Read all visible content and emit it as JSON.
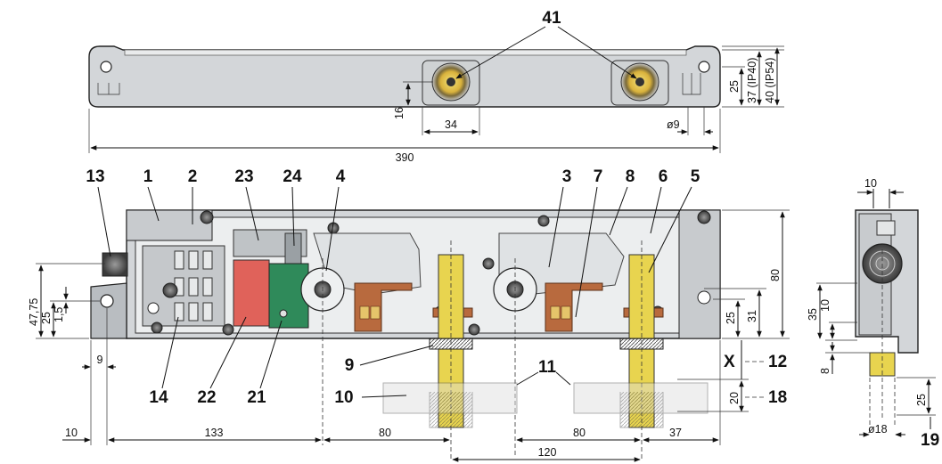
{
  "callouts": {
    "c41": "41",
    "c13": "13",
    "c1": "1",
    "c2": "2",
    "c23": "23",
    "c24": "24",
    "c4": "4",
    "c3": "3",
    "c7": "7",
    "c8": "8",
    "c6": "6",
    "c5": "5",
    "c9": "9",
    "c11": "11",
    "c12": "12",
    "c10": "10",
    "c18": "18",
    "c14": "14",
    "c22": "22",
    "c21": "21",
    "c19": "19"
  },
  "dimensions": {
    "d16": "16",
    "d34": "34",
    "d9dia": "ø9",
    "d390": "390",
    "d25top": "25",
    "dIP40": "37 (IP40)",
    "dIP54": "40 (IP54)",
    "d80v": "80",
    "d31": "31",
    "d25main": "25",
    "dX": "X",
    "d20": "20",
    "d47_75": "47,75",
    "d25left": "25",
    "d1_5": "1,5",
    "d9left": "9",
    "d10bottom": "10",
    "d133": "133",
    "d80a": "80",
    "d80b": "80",
    "d37": "37",
    "d120": "120",
    "d10side": "10",
    "d35": "35",
    "d10sidev": "10",
    "d8": "8",
    "d25side": "25",
    "d18dia": "ø18"
  },
  "colors": {
    "housing": "#d3d6d9",
    "pin_yellow": "#e8d44f",
    "relay_red": "#e0625a",
    "pcb_green": "#2f8a5a",
    "cam_copper": "#b86a3e"
  }
}
